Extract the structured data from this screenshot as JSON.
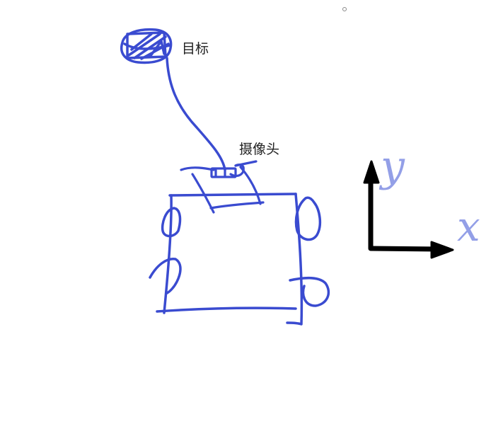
{
  "labels": {
    "target": "目标",
    "camera": "摄像头"
  },
  "axes": {
    "y_label": "y",
    "x_label": "x"
  },
  "colors": {
    "ink": "#3a4bd0",
    "axis_arrow": "#000000",
    "axis_letter": "#6f7fe0"
  }
}
